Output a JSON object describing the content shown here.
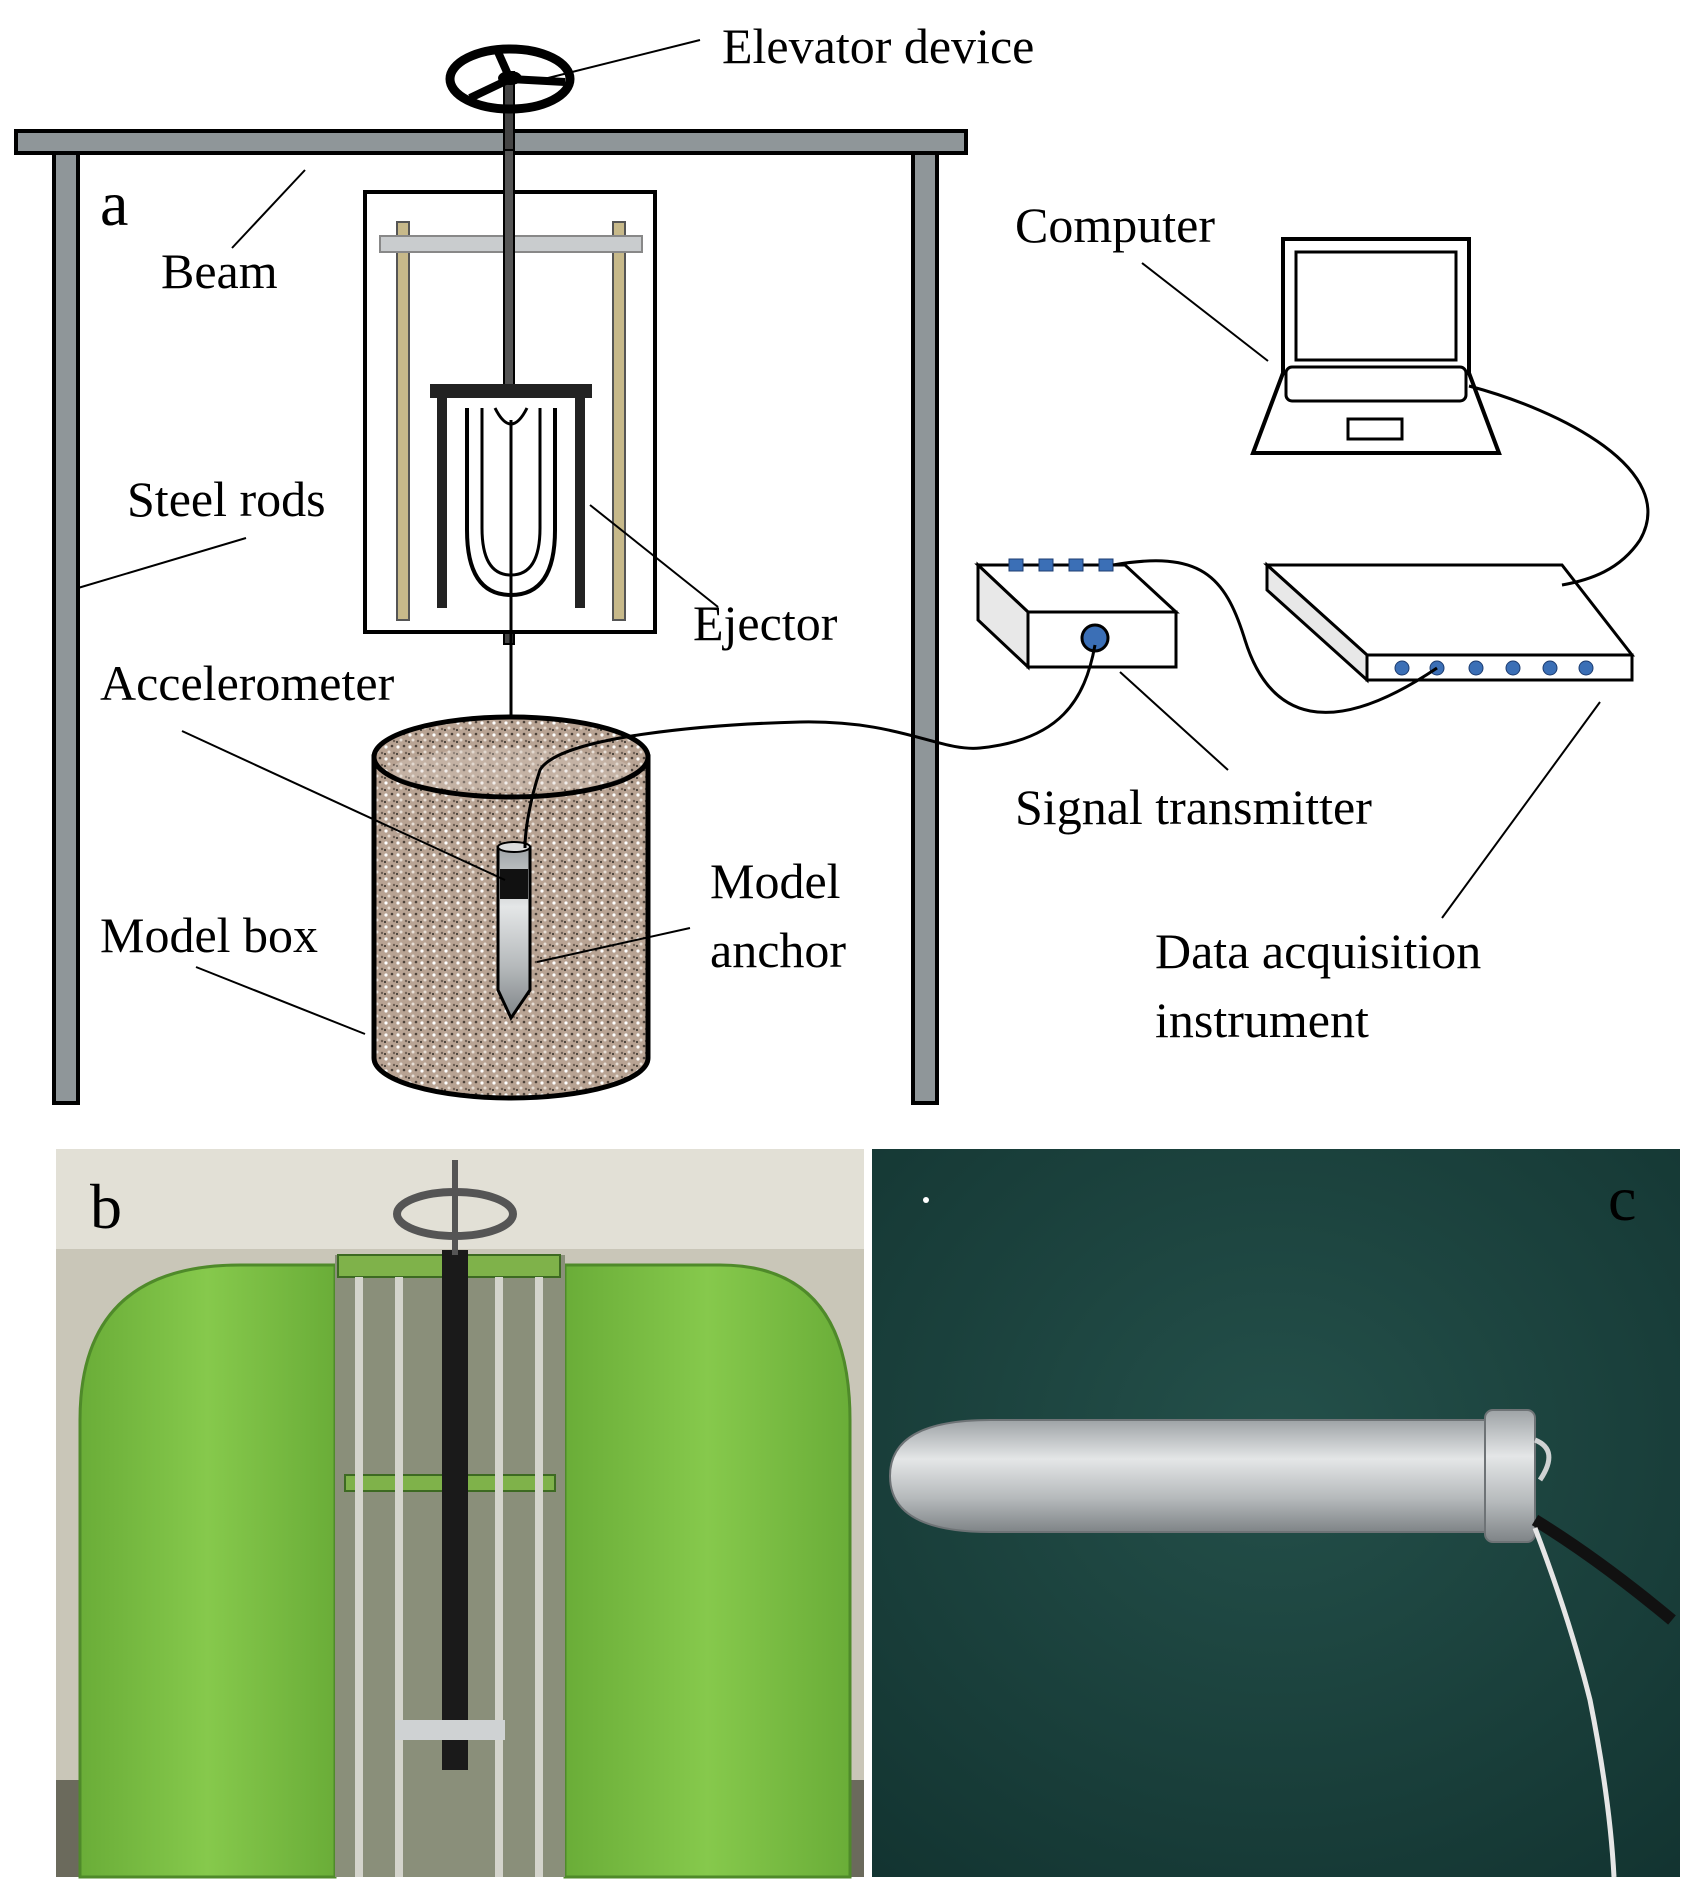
{
  "panels": {
    "a": "a",
    "b": "b",
    "c": "c"
  },
  "labels": {
    "elevator_device": "Elevator device",
    "beam": "Beam",
    "computer": "Computer",
    "steel_rods": "Steel rods",
    "ejector": "Ejector",
    "accelerometer": "Accelerometer",
    "model_anchor_line1": "Model",
    "model_anchor_line2": "anchor",
    "model_box": "Model box",
    "signal_transmitter": "Signal transmitter",
    "data_acquisition_line1": "Data acquisition",
    "data_acquisition_line2": "instrument"
  },
  "colors": {
    "frame": "#8f9699",
    "rod": "#c7b98a",
    "sand": "#b39c8c",
    "port": "#3b6fb6",
    "panel_green": "#7bbf44",
    "photo_b_bg": "#c9c6b8",
    "photo_c_bg": "#1c3f3a",
    "cylinder": "#b9bcbd"
  }
}
